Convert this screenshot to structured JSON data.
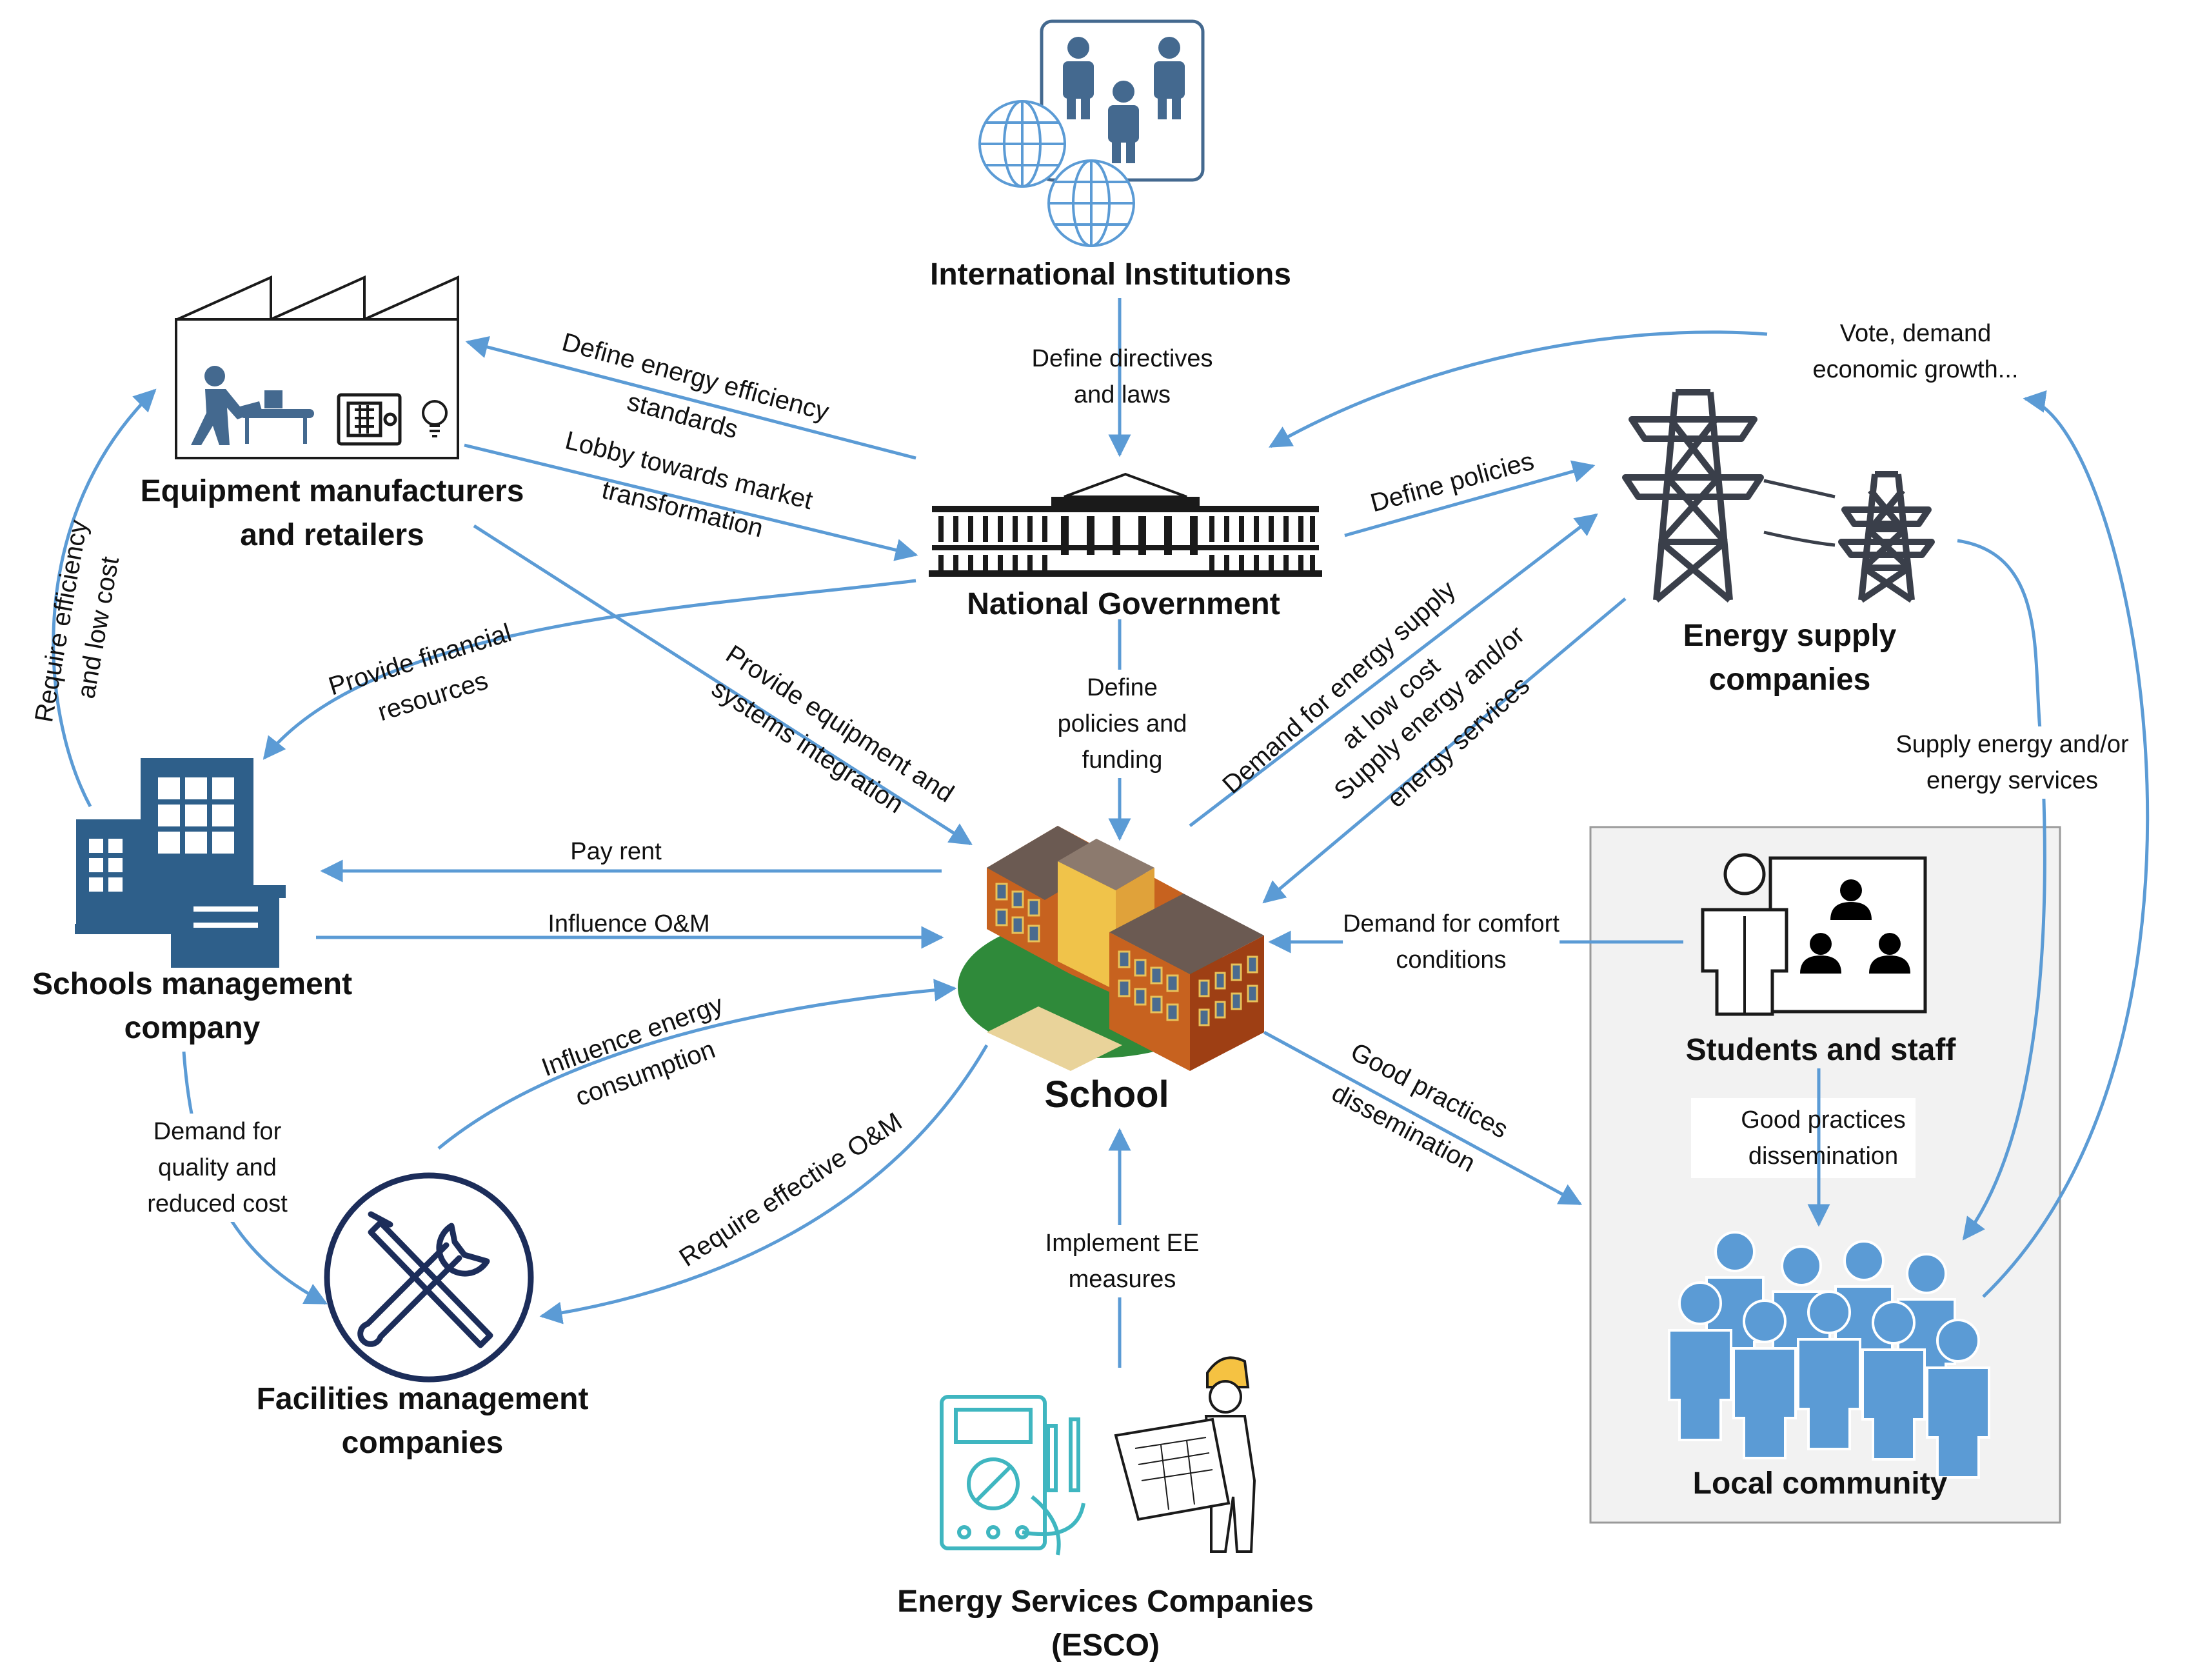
{
  "nodes": {
    "international": {
      "label": "International Institutions"
    },
    "government": {
      "label": "National Government"
    },
    "manufacturers": {
      "line1": "Equipment manufacturers",
      "line2": "and retailers"
    },
    "energy_supply": {
      "line1": "Energy supply",
      "line2": "companies"
    },
    "schools_mgmt": {
      "line1": "Schools management",
      "line2": "company"
    },
    "school": {
      "label": "School"
    },
    "students": {
      "label": "Students and staff"
    },
    "facilities": {
      "line1": "Facilities management",
      "line2": "companies"
    },
    "esco": {
      "line1": "Energy Services Companies",
      "line2": "(ESCO)"
    },
    "community": {
      "label": "Local community"
    }
  },
  "edges": {
    "define_directives": {
      "line1": "Define directives",
      "line2": "and laws"
    },
    "vote_demand": {
      "line1": "Vote, demand",
      "line2": "economic growth..."
    },
    "define_ee_standards": {
      "line1": "Define energy efficiency",
      "line2": "standards"
    },
    "lobby": {
      "line1": "Lobby towards market",
      "line2": "transformation"
    },
    "define_policies": {
      "label": "Define policies"
    },
    "require_efficiency": {
      "line1": "Require efficiency",
      "line2": "and low cost"
    },
    "provide_financial": {
      "line1": "Provide financial",
      "line2": "resources"
    },
    "provide_equipment": {
      "line1": "Provide equipment and",
      "line2": "systems integration"
    },
    "define_policies_funding": {
      "line1": "Define",
      "line2": "policies and",
      "line3": "funding"
    },
    "demand_energy_supply": {
      "line1": "Demand for energy supply",
      "line2": "at low cost"
    },
    "supply_energy_school": {
      "line1": "Supply energy and/or",
      "line2": "energy services"
    },
    "supply_energy_community": {
      "line1": "Supply energy and/or",
      "line2": "energy services"
    },
    "pay_rent": {
      "label": "Pay rent"
    },
    "influence_om": {
      "label": "Influence O&M"
    },
    "demand_comfort": {
      "line1": "Demand for comfort",
      "line2": "conditions"
    },
    "influence_energy": {
      "line1": "Influence energy",
      "line2": "consumption"
    },
    "require_om": {
      "label": "Require effective O&M"
    },
    "good_practices_school": {
      "line1": "Good practices",
      "line2": "dissemination"
    },
    "good_practices_students": {
      "line1": "Good practices",
      "line2": "dissemination"
    },
    "demand_quality": {
      "line1": "Demand for",
      "line2": "quality and",
      "line3": "reduced cost"
    },
    "implement_ee": {
      "line1": "Implement EE",
      "line2": "measures"
    }
  },
  "colors": {
    "arrow": "#5b9bd5",
    "icon_navy": "#44698f",
    "icon_blue": "#2e5f8a",
    "people_blue": "#5b9bd5",
    "tower": "#3a3f4a",
    "meter": "#3fb6c0",
    "school_brick": "#b8551d",
    "school_roof": "#6b5a52",
    "grass": "#2f8a3a",
    "tool_circle": "#1c2d5a"
  }
}
